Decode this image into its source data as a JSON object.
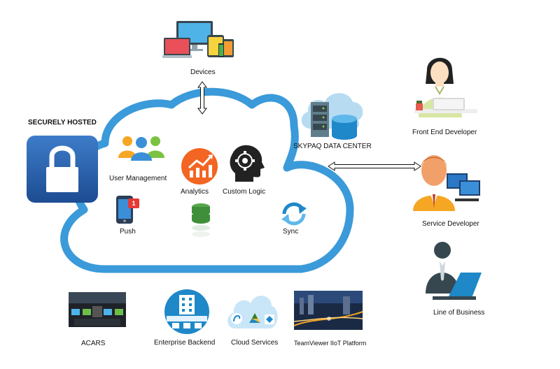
{
  "securely_hosted": "SECURELY HOSTED",
  "devices": "Devices",
  "cloud": {
    "user_management": "User Management",
    "analytics": "Analytics",
    "custom_logic": "Custom Logic",
    "push": "Push",
    "push_badge": "1",
    "sync": "Sync"
  },
  "data_center": "SKYPAQ DATA CENTER",
  "front_end_developer": "Front End Developer",
  "service_developer": "Service Developer",
  "line_of_business": "Line of Business",
  "bottom": {
    "acars": "ACARS",
    "enterprise_backend": "Enterprise Backend",
    "cloud_services": "Cloud Services",
    "teamviewer": "TeamViewer IIoT Platform"
  },
  "colors": {
    "cloud_outline": "#3b9ad9",
    "lock_blue": "#2a5ea8",
    "analytics_orange": "#f26522",
    "db_green": "#3f8f3a",
    "sync_blue": "#1e88c8"
  }
}
